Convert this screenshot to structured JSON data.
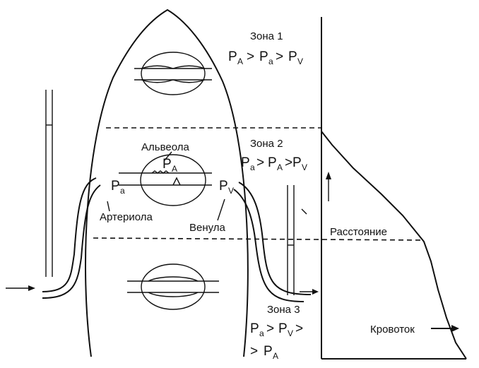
{
  "labels": {
    "zone1_title": "Зона 1",
    "zone2_title": "Зона 2",
    "zone3_title": "Зона 3",
    "alveola": "Альвеола",
    "arteriola": "Артериола",
    "venula": "Венула",
    "distance": "Расстояние",
    "bloodflow": "Кровоток"
  },
  "symbols": {
    "P": "P",
    "sub_A": "A",
    "sub_a": "a",
    "sub_V": "V",
    "gt": ">"
  }
}
